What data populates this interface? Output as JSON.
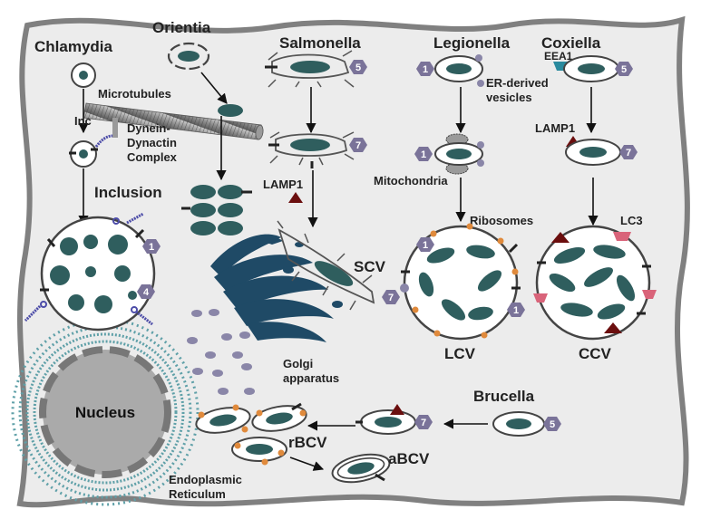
{
  "labels": {
    "chlamydia": "Chlamydia",
    "orientia": "Orientia",
    "salmonella": "Salmonella",
    "legionella": "Legionella",
    "coxiella": "Coxiella",
    "microtubules": "Microtubules",
    "inc": "Inc",
    "dynein_line1": "Dynein-",
    "dynein_line2": "Dynactin",
    "dynein_line3": "Complex",
    "inclusion": "Inclusion",
    "lamp1_salmonella": "LAMP1",
    "er_vesicles_line1": "ER-derived",
    "er_vesicles_line2": "vesicles",
    "eea1": "EEA1",
    "lamp1_coxiella": "LAMP1",
    "mitochondria": "Mitochondria",
    "ribosomes": "Ribosomes",
    "lc3": "LC3",
    "scv": "SCV",
    "lcv": "LCV",
    "ccv": "CCV",
    "golgi_line1": "Golgi",
    "golgi_line2": "apparatus",
    "nucleus": "Nucleus",
    "brucella": "Brucella",
    "rbcv": "rBCV",
    "abcv": "aBCV",
    "er_line1": "Endoplasmic",
    "er_line2": "Reticulum"
  },
  "badges": {
    "salmonella_top": "5",
    "salmonella_mid": "7",
    "scv": "7",
    "legionella_top": "1",
    "legionella_mid": "1",
    "lcv_left": "1",
    "lcv_right": "1",
    "coxiella_top": "5",
    "coxiella_mid": "7",
    "chlamydia_1": "1",
    "chlamydia_4": "4",
    "brucella_start": "5",
    "brucella_mid": "7"
  },
  "colors": {
    "cell_fill": "#ececec",
    "cell_outline": "#808080",
    "bacterium": "#2f5e5e",
    "badge": "#7a7399",
    "golgi": "#1f4a66",
    "er": "#5fa0a8",
    "nucleus_fill": "#aaaaaa",
    "nucleus_ring": "#777777",
    "lamp1": "#6b0e0e",
    "lc3": "#d9647a",
    "eea1": "#2a8a9e",
    "ribosome": "#e08a3c",
    "dynein": "#4c4ca8",
    "vesicle": "#8a86a8"
  }
}
